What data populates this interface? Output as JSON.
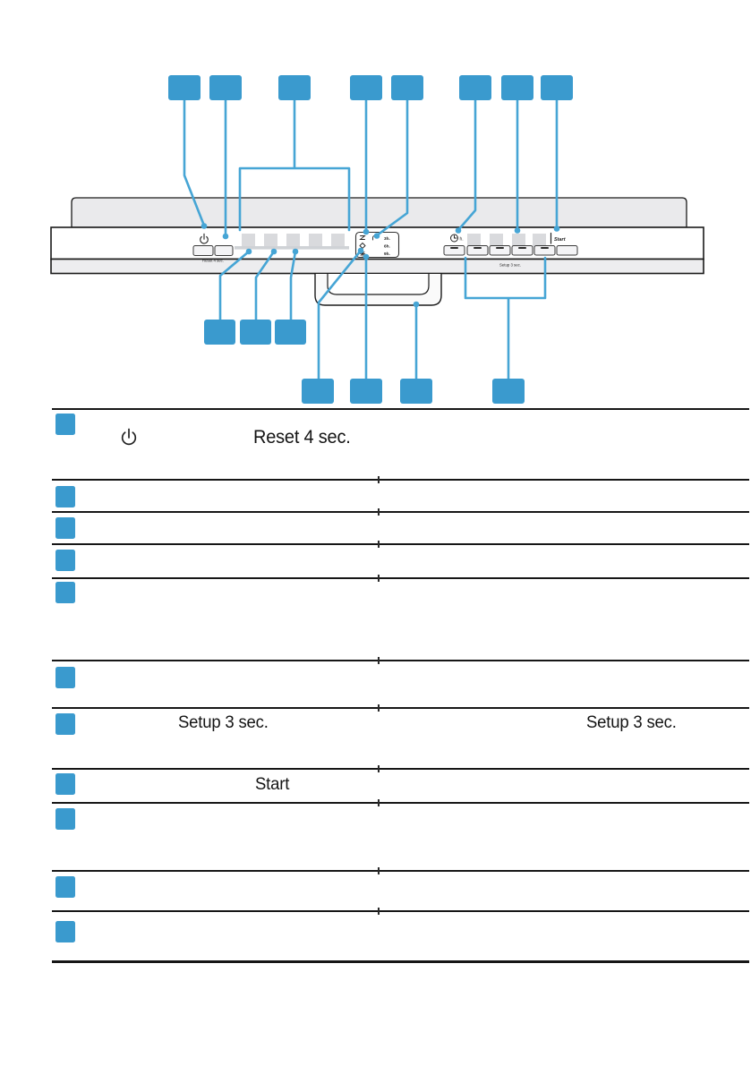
{
  "colors": {
    "callout_blue": "#3a9ace",
    "connector_blue": "#46a5d5",
    "panel_fill": "#eaeaec",
    "strip_fill": "#ededef",
    "key_gray": "#d9dadd",
    "bar_gray": "#cfd2d6",
    "rule_black": "#161616"
  },
  "panel": {
    "reset_hint": "Reset 4 sec.",
    "delay_hint": "h.",
    "time_options": [
      "3h.",
      "6h.",
      "9h."
    ],
    "start_label": "Start",
    "setup_hint": "Setup 3 sec.",
    "icons": [
      "power-icon",
      "salt-icon",
      "rinse-aid-icon",
      "snowflake-icon",
      "water-tap-icon",
      "clock-icon"
    ]
  },
  "callouts": {
    "top_boxes": 8,
    "left_boxes": 3,
    "bottom_boxes": 4
  },
  "legend": {
    "rows": [
      {
        "icon": "power-icon",
        "text": "Reset 4 sec."
      },
      {
        "text": ""
      },
      {
        "text": ""
      },
      {
        "text": ""
      },
      {
        "text": ""
      },
      {
        "text": ""
      },
      {
        "left_text": "Setup 3 sec.",
        "right_text": "Setup 3 sec."
      },
      {
        "text": "Start"
      },
      {
        "text": ""
      },
      {
        "text": ""
      },
      {
        "text": ""
      }
    ]
  }
}
